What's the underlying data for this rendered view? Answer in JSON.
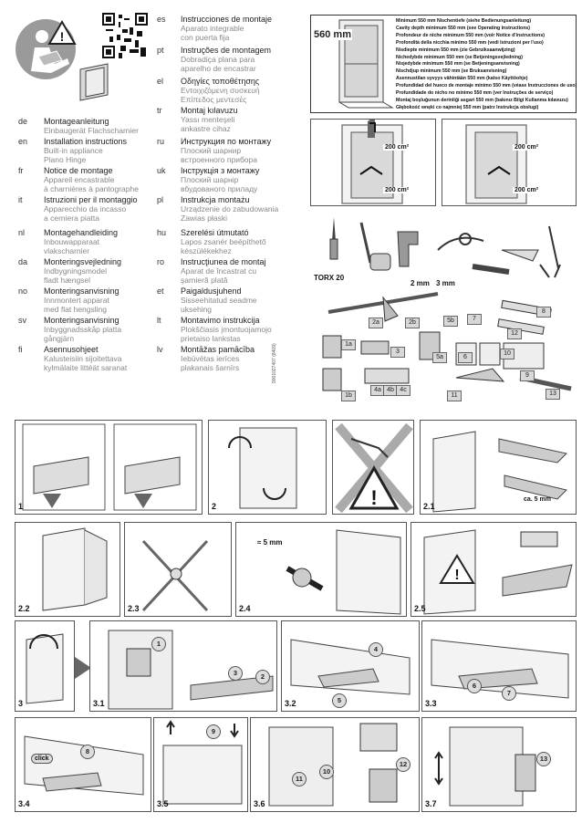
{
  "languages_left": [
    {
      "code": "de",
      "title": "Montageanleitung",
      "sub": "Einbaugerät Flachscharnier"
    },
    {
      "code": "en",
      "title": "Installation instructions",
      "sub": "Built-in appliance\nPiano Hinge"
    },
    {
      "code": "fr",
      "title": "Notice de montage",
      "sub": "Appareil encastrable\nà charnières à pantographe"
    },
    {
      "code": "it",
      "title": "Istruzioni per il montaggio",
      "sub": "Apparecchio da incasso\na cerniera piatta"
    },
    {
      "code": "nl",
      "title": "Montagehandleiding",
      "sub": "Inbouwapparaat\nvlakscharnier"
    },
    {
      "code": "da",
      "title": "Monteringsvejledning",
      "sub": "Indbygningsmodel\nfladt hængsel"
    },
    {
      "code": "no",
      "title": "Monteringsanvisning",
      "sub": "Innmontert apparat\nmed flat hengsling"
    },
    {
      "code": "sv",
      "title": "Monteringsanvisning",
      "sub": "Inbyggnadsskåp platta\ngångjärn"
    },
    {
      "code": "fi",
      "title": "Asennusohjeet",
      "sub": "Kalusteisiin sijoitettava\nkylmälaite littéät saranat"
    }
  ],
  "languages_right": [
    {
      "code": "es",
      "title": "Instrucciones de montaje",
      "sub": "Aparato integrable\ncon puerta fija"
    },
    {
      "code": "pt",
      "title": "Instruções de montagem",
      "sub": "Dobradiça plana para\naparelho de encastrar"
    },
    {
      "code": "el",
      "title": "Οδηγίες τοποθέτησης",
      "sub": "Εντοιχιζόμενη συσκευή\nΕπίπεδος μεντεσές"
    },
    {
      "code": "tr",
      "title": "Montaj kılavuzu",
      "sub": "Yassı menteşeli\nankastre cihaz"
    },
    {
      "code": "ru",
      "title": "Инструкция по монтажу",
      "sub": "Плоский шарнир\nвстроенного прибора"
    },
    {
      "code": "uk",
      "title": "Інструкція з монтажу",
      "sub": "Плоский шарнір\nвбудованого приладу"
    },
    {
      "code": "pl",
      "title": "Instrukcja montażu",
      "sub": "Urządzenie do zabudowania\nZawias płaski"
    },
    {
      "code": "hu",
      "title": "Szerelési útmutató",
      "sub": "Lapos zsanér beépíthető\nkészülékekhez"
    },
    {
      "code": "ro",
      "title": "Instrucţiunea de montaj",
      "sub": "Aparat de încastrat cu\nşarnieră plată"
    },
    {
      "code": "et",
      "title": "Paigaldusjuhend",
      "sub": "Sisseehitatud seadme\nuksehing"
    },
    {
      "code": "lt",
      "title": "Montavimo instrukcija",
      "sub": "Plokščiasis įmontuojamojo\nprietaiso lankstas"
    },
    {
      "code": "lv",
      "title": "Montāžas pamācība",
      "sub": "Iebūvētas ierīces\nplakanais šarnīrs"
    }
  ],
  "doc_code": "9001027407 (8409)",
  "requirements": {
    "niche_height": "560 mm",
    "lines": [
      "Minimum 550 mm Nischentiefe (siehe Bedienungsanleitung)",
      "Cavity depth minimum 550 mm (see Operating instructions)",
      "Profondeur de niche minimum 550 mm (voir Notice d'instructions)",
      "Profondità della nicchia minimo 550 mm (vedi Istruzioni per l'uso)",
      "Nisdiepte minimum 550 mm (zie Gebruiksaanwijzing)",
      "Nichedybde minimum 550 mm (se Betjeningsvejledning)",
      "Nisjedybde minimum 550 mm (se Betjeningsanvisning)",
      "Nischdjup minimum 550 mm (se Bruksanvisning)",
      "Asennustilan syvyys vähintään 550 mm (katso Käyttöohje)",
      "Profundidad del hueco de montaje mínimo 550 mm (véase Instrucciones de uso)",
      "Profundidade do nicho no mínimo 550 mm (ver Instruções de serviço)",
      "Montaj boşluğunun derinliği asgari 550 mm (bakınız Bilgi Kullanma kılavuzu)",
      "Głębokość wnęki co najmniej 550 mm (patrz Instrukcja obsługi)"
    ]
  },
  "vent_areas": [
    "200 cm²",
    "200 cm²",
    "200 cm²",
    "200 cm²"
  ],
  "tools": {
    "torx": "TORX 20",
    "drill_2": "2 mm",
    "drill_3": "3 mm"
  },
  "parts": [
    "1a",
    "1b",
    "2a",
    "2b",
    "3",
    "4a",
    "4b",
    "4c",
    "5a",
    "5b",
    "6",
    "7",
    "8",
    "9",
    "10",
    "11",
    "12",
    "13"
  ],
  "steps": {
    "s1": "1",
    "s2": "2",
    "s21": "2.1",
    "s22": "2.2",
    "s23": "2.3",
    "s24": "2.4",
    "s25": "2.5",
    "s3": "3",
    "s31": "3.1",
    "s32": "3.2",
    "s33": "3.3",
    "s34": "3.4",
    "s35": "3.5",
    "s36": "3.6",
    "s37": "3.7"
  },
  "labels": {
    "ca5mm": "ca. 5 mm",
    "approx5mm": "≈ 5 mm",
    "click": "click"
  },
  "callouts": {
    "c1": "1",
    "c2": "2",
    "c3": "3",
    "c4": "4",
    "c5": "5",
    "c6": "6",
    "c7": "7",
    "c8": "8",
    "c9": "9",
    "c10": "10",
    "c11": "11",
    "c12": "12",
    "c13": "13"
  }
}
